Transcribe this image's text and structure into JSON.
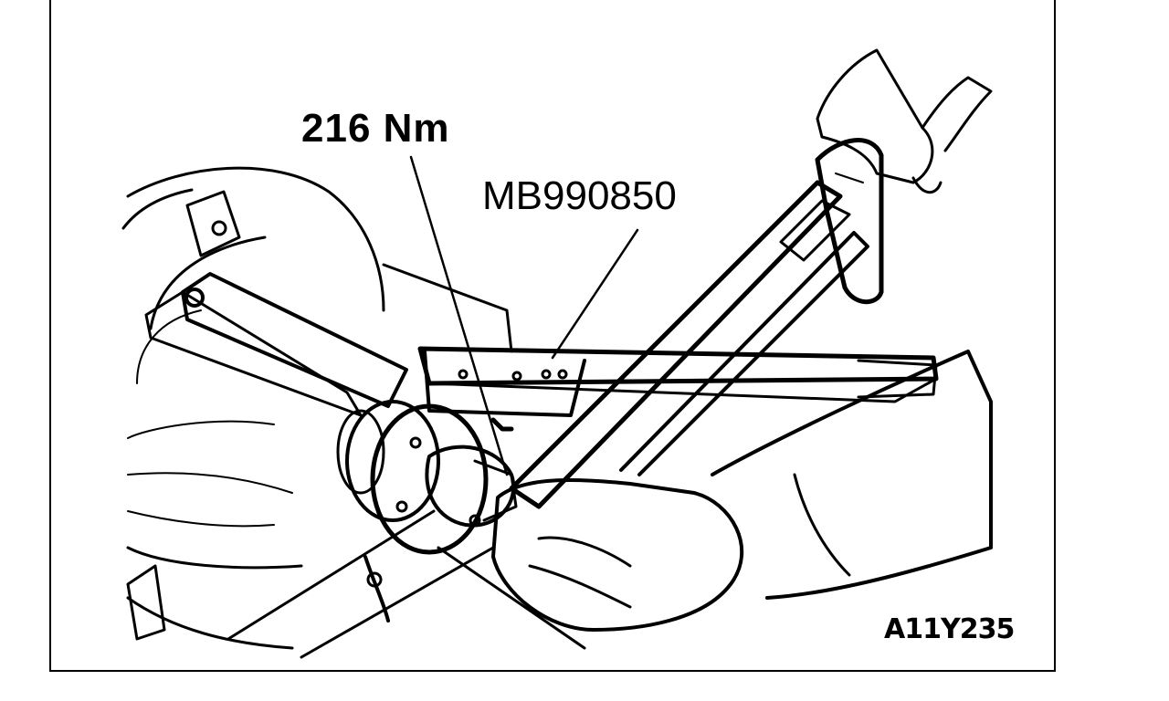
{
  "labels": {
    "torque": "216 Nm",
    "tool": "MB990850",
    "figure_id": "A11Y235"
  },
  "colors": {
    "ink": "#000000",
    "paper": "#ffffff"
  }
}
